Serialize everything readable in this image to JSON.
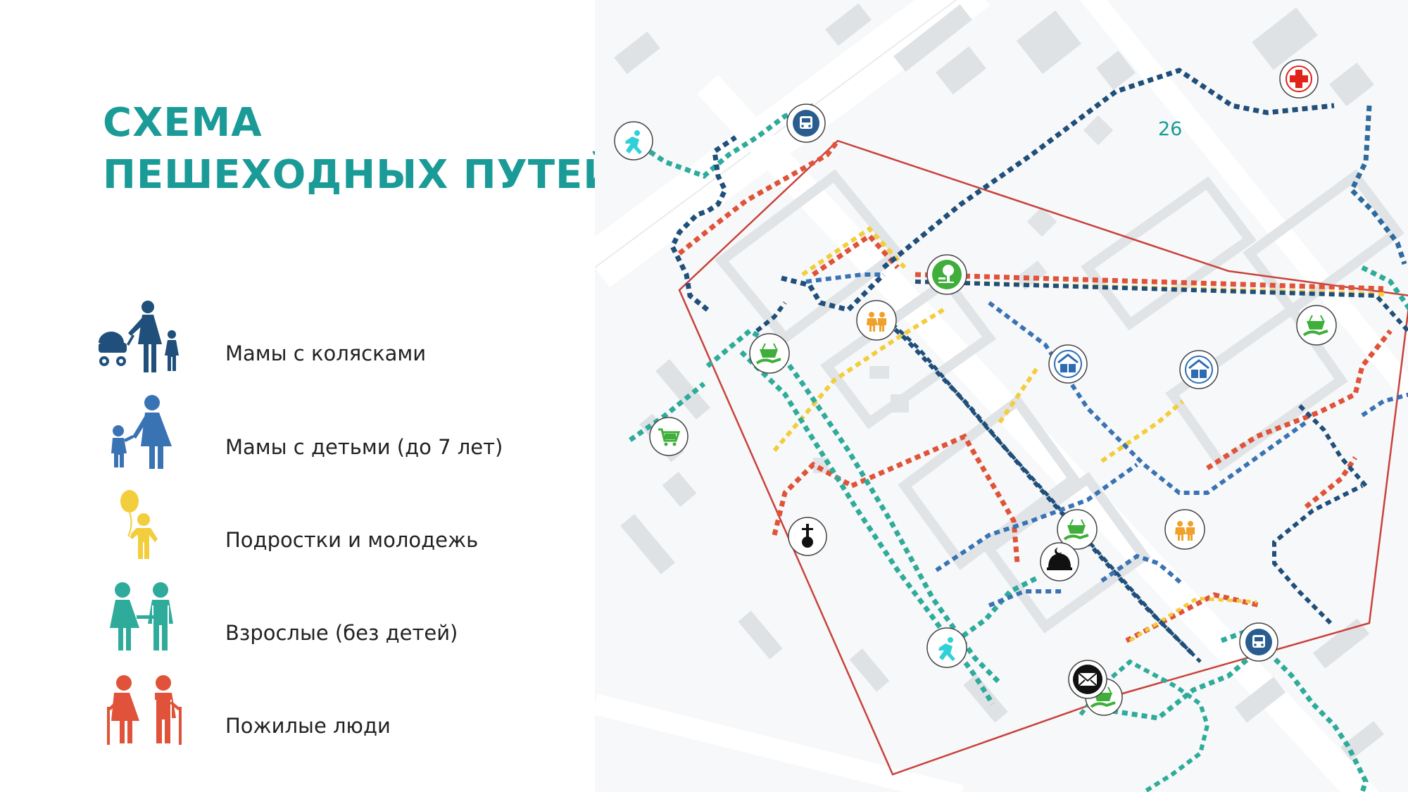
{
  "title": {
    "line1": "СХЕМА",
    "line2": "ПЕШЕХОДНЫХ ПУТЕЙ"
  },
  "legend": [
    {
      "label": "Мамы с колясками",
      "icon": "mother-with-stroller-icon",
      "color": "#1f4f7a"
    },
    {
      "label": "Мамы с детьми (до 7 лет)",
      "icon": "mother-with-child-icon",
      "color": "#3a73b4"
    },
    {
      "label": "Подростки и молодежь",
      "icon": "teen-with-balloon-icon",
      "color": "#f2cd3c"
    },
    {
      "label": "Взрослые (без детей)",
      "icon": "adult-couple-icon",
      "color": "#2eab9b"
    },
    {
      "label": "Пожилые люди",
      "icon": "elderly-couple-icon",
      "color": "#e0533a"
    }
  ],
  "map": {
    "page_number": "26",
    "boundary_color": "#c8423b",
    "route_colors": {
      "mothers_with_strollers": "#1f4f7a",
      "mothers_with_children": "#3a73b4",
      "teens": "#f2cd3c",
      "adults": "#2eab9b",
      "elderly": "#e0533a"
    },
    "pois": [
      "running-person-icon",
      "bus-stop-icon",
      "hospital-cross-icon",
      "park-tree-icon",
      "kindergarten-icon",
      "shop-basket-icon",
      "shopping-cart-icon",
      "library-book-icon",
      "orthodox-church-icon",
      "mosque-icon",
      "post-office-icon"
    ]
  }
}
